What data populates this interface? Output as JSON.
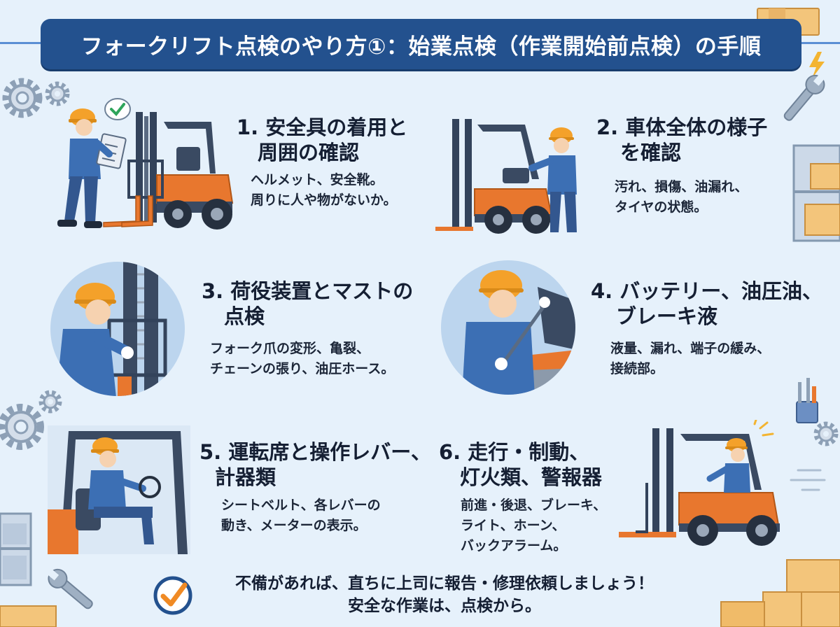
{
  "title": "フォークリフト点検のやり方①：始業点検（作業開始前点検）の手順",
  "steps": [
    {
      "title_lines": [
        "1. 安全具の着用と",
        "周囲の確認"
      ],
      "desc_lines": [
        "ヘルメット、安全靴。",
        "周りに人や物がないか。"
      ]
    },
    {
      "title_lines": [
        "2. 車体全体の様子",
        "を確認"
      ],
      "desc_lines": [
        "汚れ、損傷、油漏れ、",
        "タイヤの状態。"
      ]
    },
    {
      "title_lines": [
        "3. 荷役装置とマストの",
        "点検"
      ],
      "desc_lines": [
        "フォーク爪の変形、亀裂、",
        "チェーンの張り、油圧ホース。"
      ]
    },
    {
      "title_lines": [
        "4. バッテリー、油圧油、",
        "ブレーキ液"
      ],
      "desc_lines": [
        "液量、漏れ、端子の緩み、",
        "接続部。"
      ]
    },
    {
      "title_lines": [
        "5. 運転席と操作レバー、",
        "計器類"
      ],
      "desc_lines": [
        "シートベルト、各レバーの",
        "動き、メーターの表示。"
      ]
    },
    {
      "title_lines": [
        "6. 走行・制動、",
        "灯火類、警報器"
      ],
      "desc_lines": [
        "前進・後退、ブレーキ、",
        "ライト、ホーン、",
        "バックアラーム。"
      ]
    }
  ],
  "footer": {
    "lines": [
      "不備があれば、直ちに上司に報告・修理依頼しましょう！",
      "安全な作業は、点検から。"
    ],
    "icon": "check-circle-icon"
  },
  "colors": {
    "background": "#e6f1fb",
    "title_bar": "#23518e",
    "forklift_orange": "#e8772e",
    "worker_blue": "#3c6fb4",
    "helmet": "#f4a12a",
    "ink": "#17243a"
  }
}
